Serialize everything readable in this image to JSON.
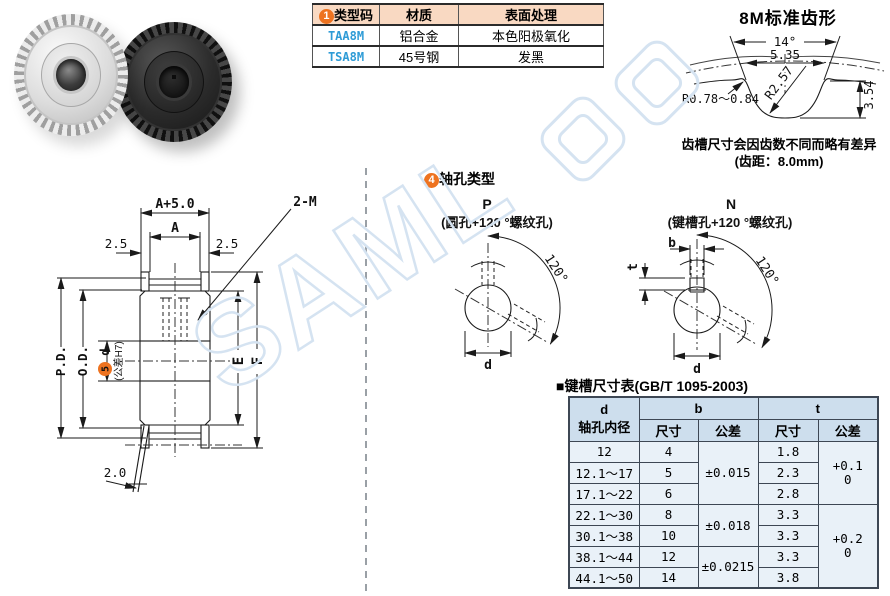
{
  "colors": {
    "accent_blue": "#2e9bd6",
    "badge_orange": "#ee7320",
    "type_header_bg": "#f9d9c2",
    "keyway_header_bg": "#cddeed",
    "keyway_cell_bg": "#e9f1f8",
    "watermark": "#d5e3f1"
  },
  "watermark": {
    "text": "SAML"
  },
  "type_table": {
    "badge": "1",
    "headers": [
      "类型码",
      "材质",
      "表面处理"
    ],
    "rows": [
      {
        "code": "TAA8M",
        "material": "铝合金",
        "finish": "本色阳极氧化"
      },
      {
        "code": "TSA8M",
        "material": "45号钢",
        "finish": "发黑"
      }
    ]
  },
  "tooth_profile": {
    "title": "8M标准齿形",
    "dims": {
      "angle": "14°",
      "top_width": "5.35",
      "radius": "R2.57",
      "fillet": "R0.78～0.84",
      "depth": "3.54"
    },
    "note_line1": "齿槽尺寸会因齿数不同而略有差异",
    "note_line2": "(齿距：8.0mm)"
  },
  "drawing": {
    "labels": {
      "a_plus": "A+5.0",
      "a": "A",
      "left_offset": "2.5",
      "right_offset": "2.5",
      "screw": "2-M",
      "pd": "P.D.",
      "od": "O.D.",
      "bore_badge": "5",
      "bore": "d",
      "bore_tol": "(公差H7)",
      "e": "E",
      "f": "F",
      "flange_thickness": "2.0"
    }
  },
  "shaft_holes": {
    "badge": "4",
    "title": "轴孔类型",
    "p": {
      "label": "P",
      "desc": "(圆孔+120 °螺纹孔)",
      "angle": "120°",
      "d": "d"
    },
    "n": {
      "label": "N",
      "desc": "(键槽孔+120 °螺纹孔)",
      "angle": "120°",
      "d": "d",
      "b": "b",
      "t": "t"
    }
  },
  "keyway_table": {
    "bullet": "■",
    "title": "键槽尺寸表(GB/T 1095-2003)",
    "col_d_top": "d",
    "col_d_bottom": "轴孔内径",
    "col_b": "b",
    "col_t": "t",
    "col_size": "尺寸",
    "col_tol": "公差",
    "rows": [
      {
        "d": "12",
        "b": "4",
        "t": "1.8"
      },
      {
        "d": "12.1～17",
        "b": "5",
        "t": "2.3"
      },
      {
        "d": "17.1～22",
        "b": "6",
        "t": "2.8"
      },
      {
        "d": "22.1～30",
        "b": "8",
        "t": "3.3"
      },
      {
        "d": "30.1～38",
        "b": "10",
        "t": "3.3"
      },
      {
        "d": "38.1～44",
        "b": "12",
        "t": "3.3"
      },
      {
        "d": "44.1～50",
        "b": "14",
        "t": "3.8"
      }
    ],
    "b_tolerances": [
      {
        "value": "±0.015"
      },
      {
        "value": "±0.018"
      },
      {
        "value": "±0.0215"
      }
    ],
    "t_tolerances": [
      {
        "upper": "+0.1",
        "lower": "0"
      },
      {
        "upper": "+0.2",
        "lower": "0"
      }
    ]
  }
}
